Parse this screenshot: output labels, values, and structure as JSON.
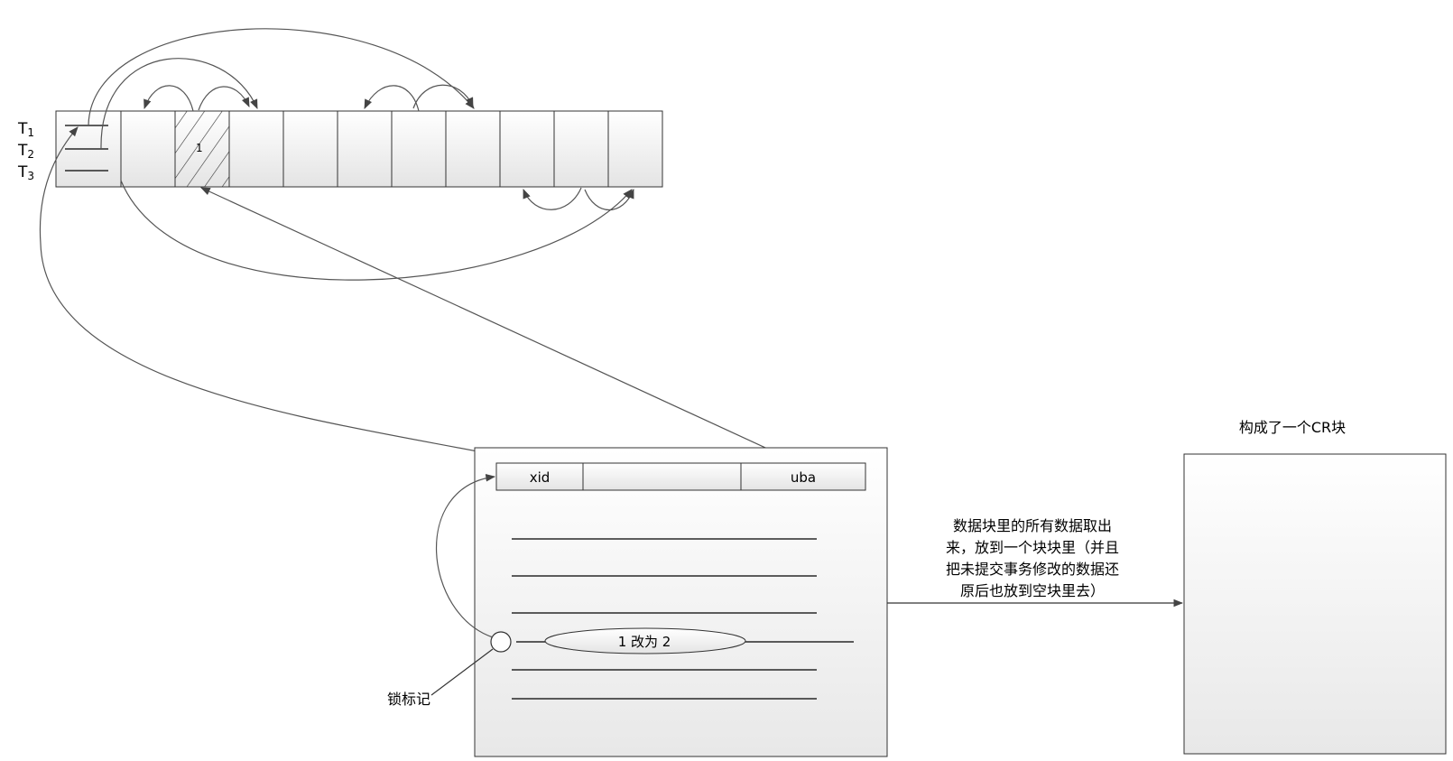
{
  "diagram": {
    "transactions": [
      {
        "letter": "T",
        "index": "1"
      },
      {
        "letter": "T",
        "index": "2"
      },
      {
        "letter": "T",
        "index": "3"
      }
    ],
    "modified_cell_value": "1",
    "header_fields": {
      "xid": "xid",
      "middle": "",
      "uba": "uba"
    },
    "change_label": "1 改为 2",
    "lock_label": "锁标记",
    "process_note": [
      "数据块里的所有数据取出",
      "来，放到一个块块里（并且",
      "把未提交事务修改的数据还",
      "原后也放到空块里去）"
    ],
    "cr_block_title": "构成了一个CR块"
  },
  "colors": {
    "stroke": "#333333",
    "fill_light": "#ffffff",
    "fill_shade": "#e6e6e6"
  }
}
